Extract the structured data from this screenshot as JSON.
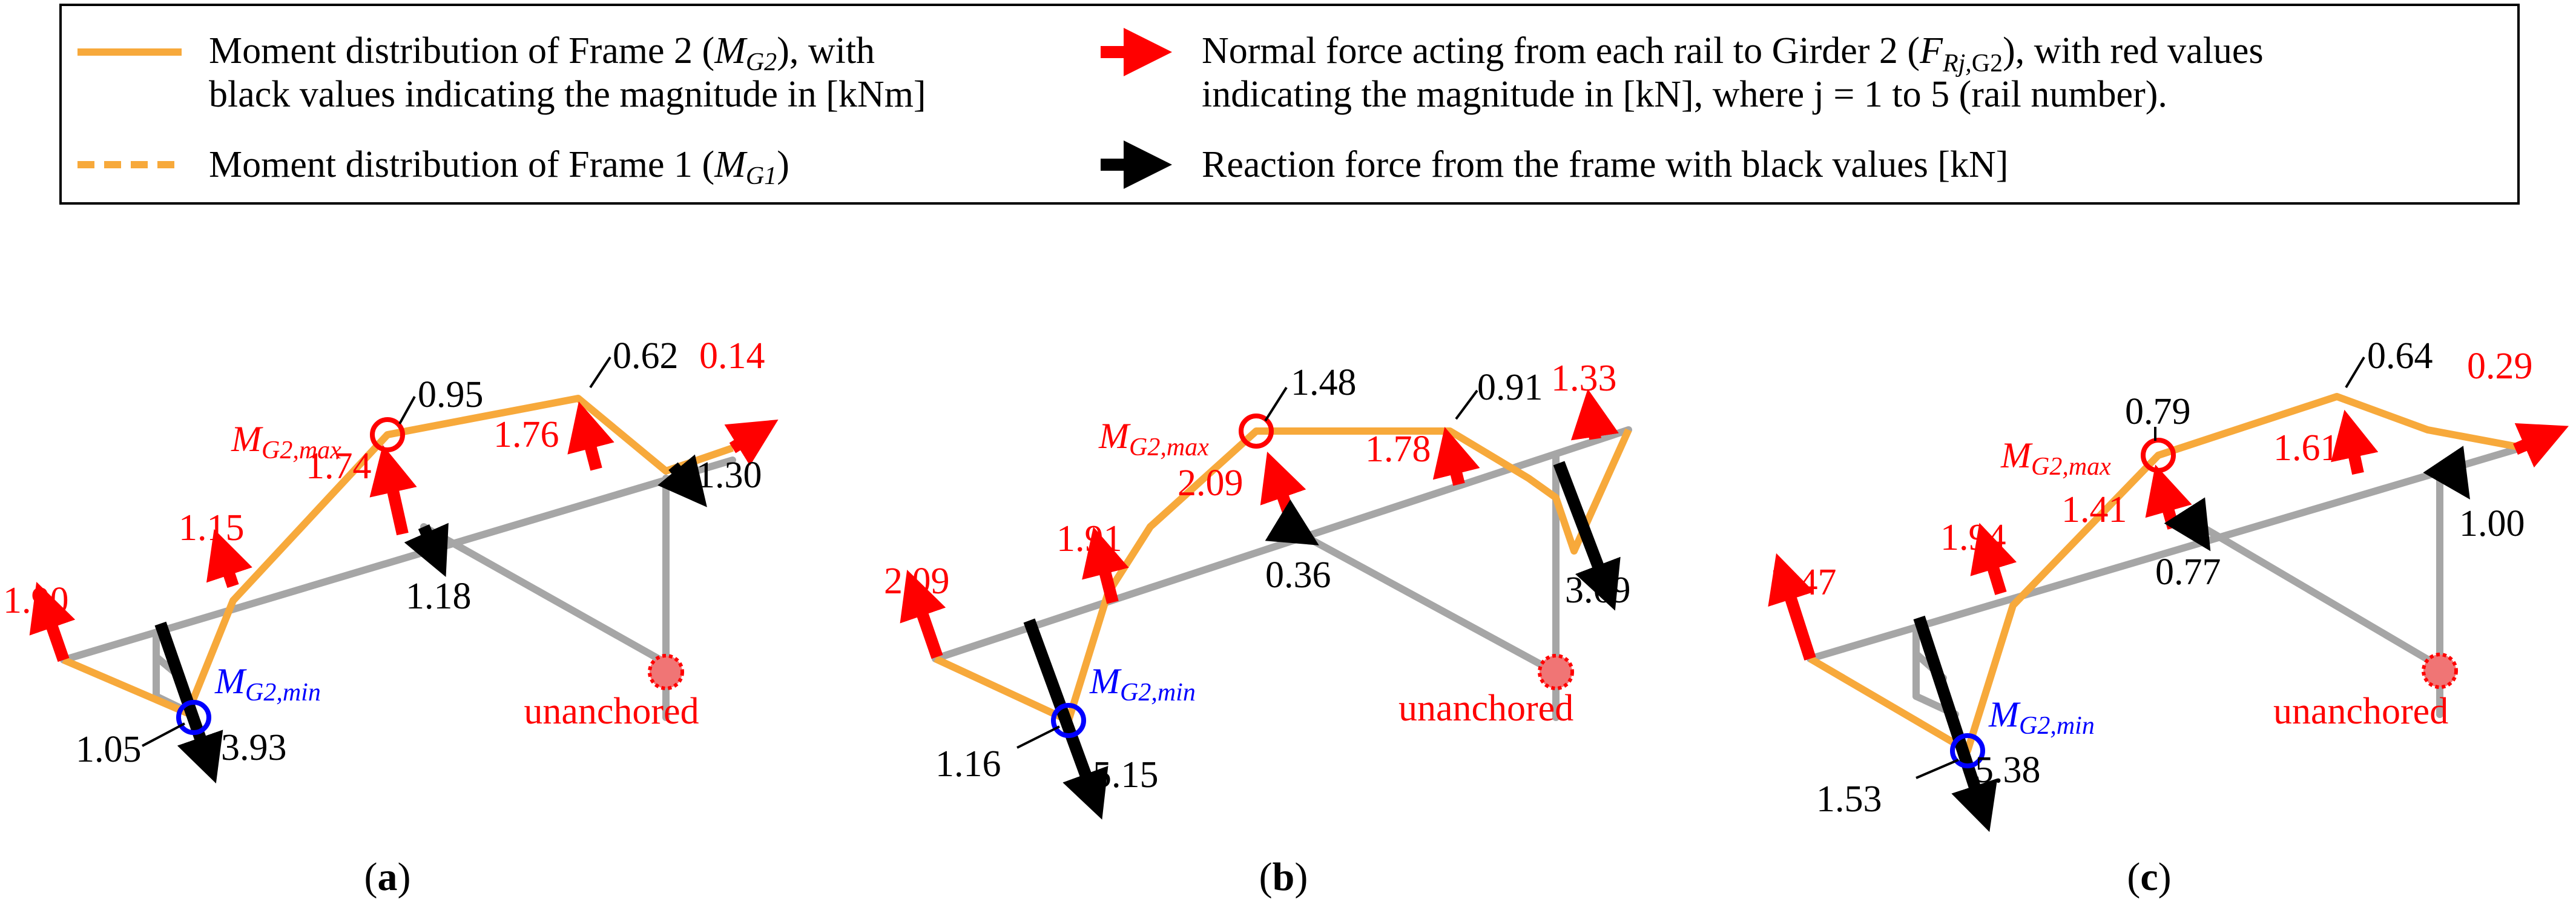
{
  "legend": {
    "items": [
      {
        "text_lines": [
          "Moment distribution of Frame 2 (",
          "M",
          "G2",
          "), with",
          "black values indicating the magnitude in [kNm]"
        ]
      },
      {
        "text_lines": [
          "Moment distribution of Frame 1 (",
          "M",
          "G1",
          ")"
        ]
      },
      {
        "text_lines": [
          "Normal force acting from each rail to Girder 2 (",
          "F",
          "Rj,",
          "G2",
          "), with red values",
          "indicating the magnitude in [kN], where j = 1 to 5 (rail number)."
        ]
      },
      {
        "text_lines": [
          "Reaction force from the frame with black values [kN]"
        ]
      }
    ]
  },
  "colors": {
    "moment": "#f7a93b",
    "normal_force": "#ff0000",
    "reaction": "#000000",
    "frame": "#a6a6a6",
    "min_marker": "#0000ff",
    "max_marker": "#ff0000",
    "unanchored": "#ff0000"
  },
  "panels": [
    {
      "id": "a",
      "caption": [
        "(",
        "a",
        ")"
      ],
      "normal_forces": [
        "1.90",
        "1.15",
        "1.74",
        "1.76",
        "0.14"
      ],
      "reactions": [
        "3.93",
        "1.18",
        "1.30"
      ],
      "moments": [
        "0.95",
        "0.62",
        "1.05"
      ],
      "max_label": [
        "M",
        "G2,max"
      ],
      "min_label": [
        "M",
        "G2,min"
      ],
      "unanchored": "unanchored"
    },
    {
      "id": "b",
      "caption": [
        "(",
        "b",
        ")"
      ],
      "normal_forces": [
        "2.09",
        "1.91",
        "2.09",
        "1.78",
        "1.33"
      ],
      "reactions": [
        "5.15",
        "0.36",
        "3.69"
      ],
      "moments": [
        "1.48",
        "0.91",
        "1.16"
      ],
      "max_label": [
        "M",
        "G2,max"
      ],
      "min_label": [
        "M",
        "G2,min"
      ],
      "unanchored": "unanchored"
    },
    {
      "id": "c",
      "caption": [
        "(",
        "c",
        ")"
      ],
      "normal_forces": [
        "2.47",
        "1.94",
        "1.41",
        "1.61",
        "0.29"
      ],
      "reactions": [
        "5.38",
        "0.77",
        "1.00"
      ],
      "moments": [
        "0.79",
        "0.64",
        "1.53"
      ],
      "max_label": [
        "M",
        "G2,max"
      ],
      "min_label": [
        "M",
        "G2,min"
      ],
      "unanchored": "unanchored"
    }
  ]
}
